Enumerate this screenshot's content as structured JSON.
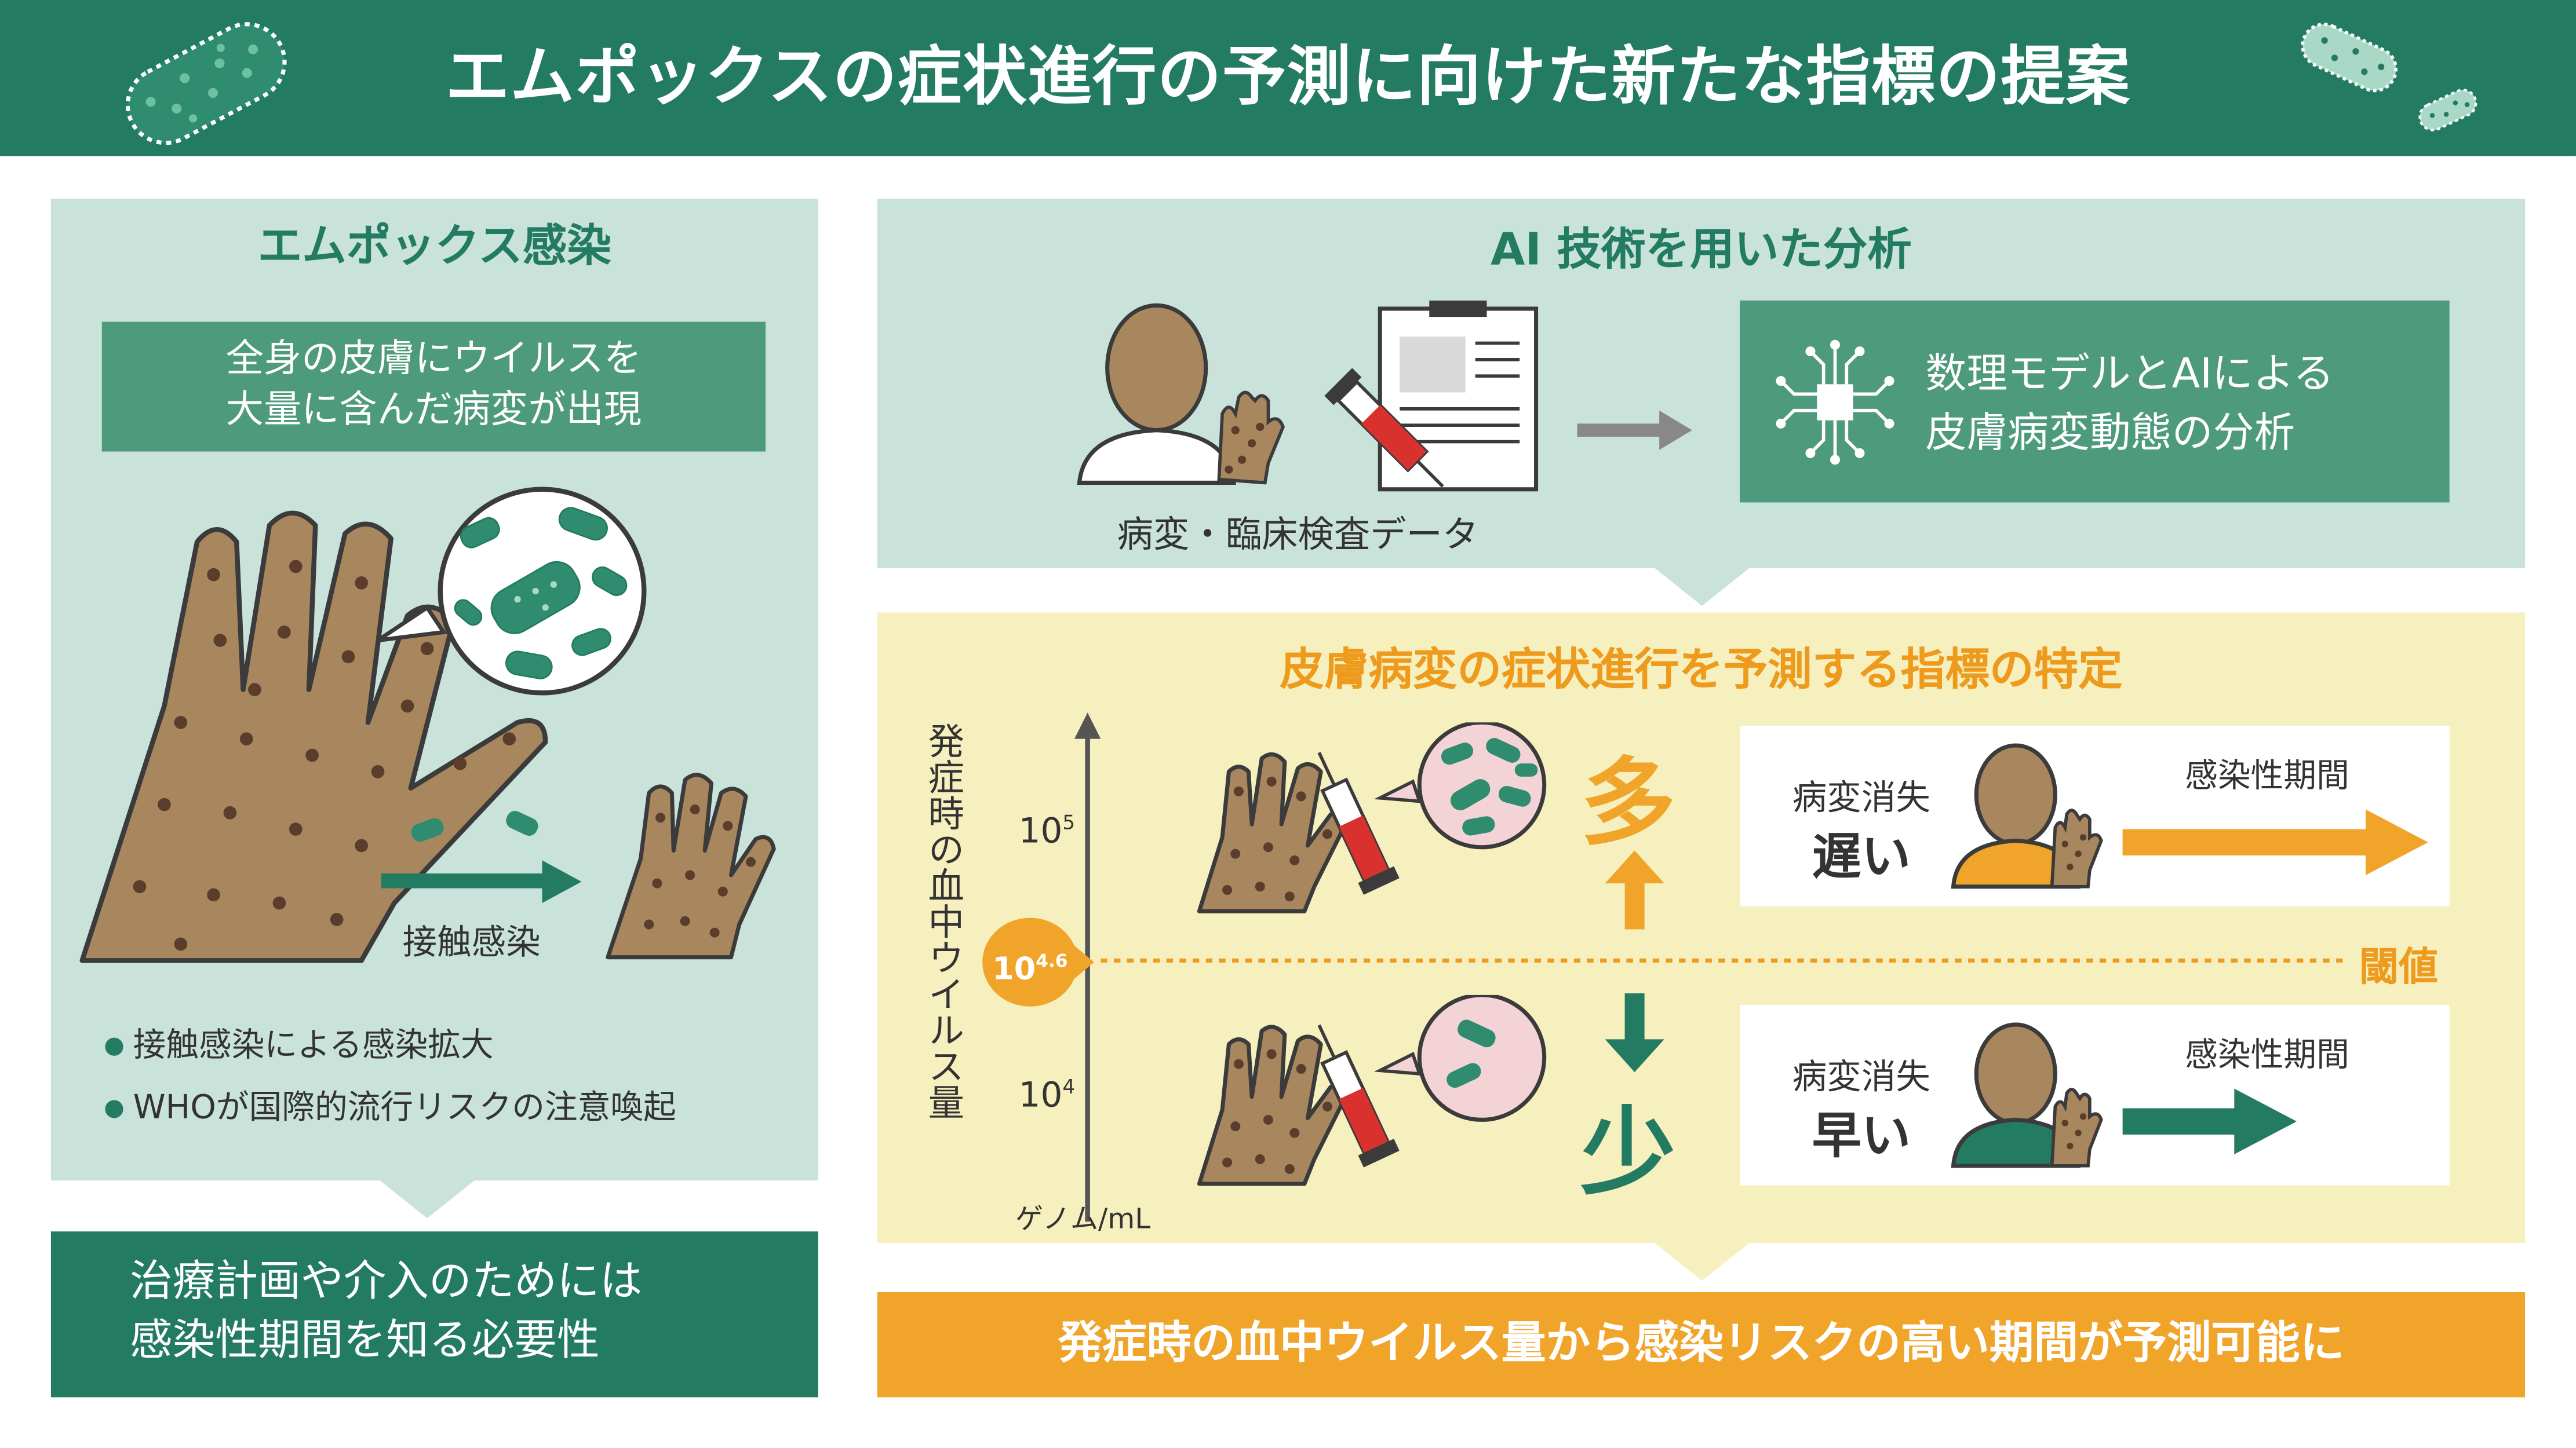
{
  "title": "エムポックスの症状進行の予測に向けた新たな指標の提案",
  "left_panel": {
    "header": "エムポックス感染",
    "box_line1": "全身の皮膚にウイルスを",
    "box_line2": "大量に含んだ病変が出現",
    "contact_label": "接触感染",
    "bullets": [
      "接触感染による感染拡大",
      "WHOが国際的流行リスクの注意喚起"
    ]
  },
  "left_bottom": {
    "line1": "治療計画や介入のためには",
    "line2": "感染性期間を知る必要性"
  },
  "ai_panel": {
    "header": "AI 技術を用いた分析",
    "data_label": "病変・臨床検査データ",
    "result_line1": "数理モデルとAIによる",
    "result_line2": "皮膚病変動態の分析"
  },
  "yellow_panel": {
    "header": "皮膚病変の症状進行を予測する指標の特定",
    "axis_label": "発症時の血中ウイルス量",
    "tick_high": "10",
    "tick_high_exp": "5",
    "tick_low": "10",
    "tick_low_exp": "4",
    "threshold_base": "10",
    "threshold_exp": "4.6",
    "threshold_label": "閾値",
    "unit": "ゲノム/mL",
    "high_label": "多",
    "low_label": "少",
    "high_case": {
      "lesion": "病変消失",
      "speed": "遅い",
      "period": "感染性期間"
    },
    "low_case": {
      "lesion": "病変消失",
      "speed": "早い",
      "period": "感染性期間"
    }
  },
  "right_bottom": {
    "text": "発症時の血中ウイルス量から感染リスクの高い期間が予測可能に"
  },
  "colors": {
    "brand_green": "#237b62",
    "mid_green": "#4e9a7d",
    "pale_green": "#c9e3da",
    "pale_yellow": "#f6efbe",
    "orange": "#f0a42a",
    "skin": "#a8875f",
    "pink": "#f3d3d6"
  }
}
